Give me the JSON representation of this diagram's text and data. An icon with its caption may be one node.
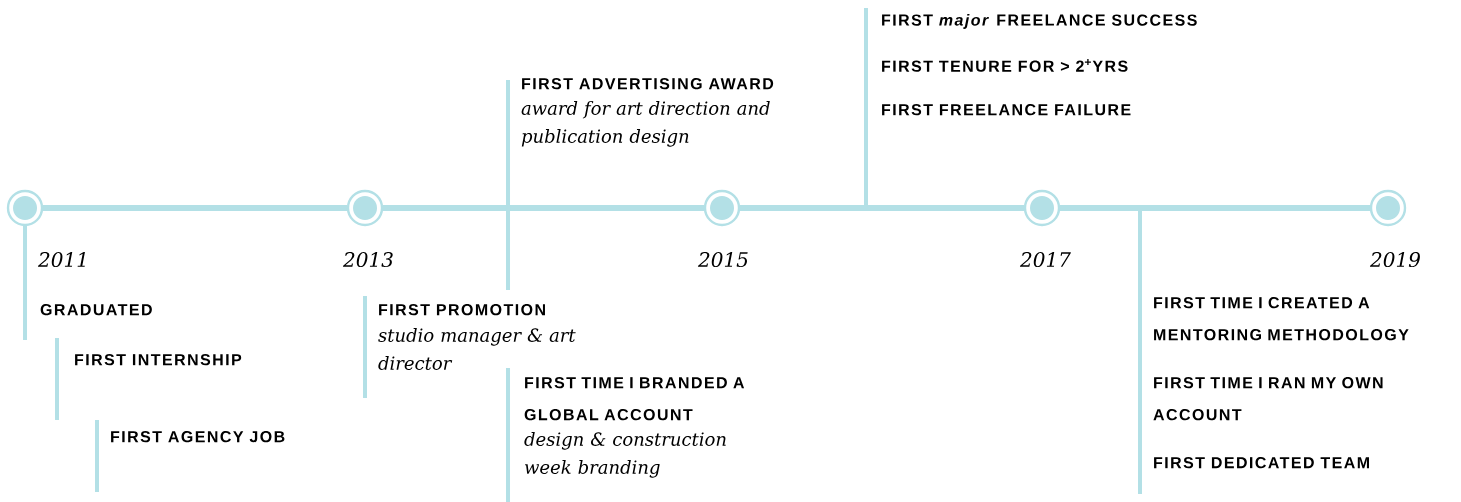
{
  "diagram": {
    "labels": [
      "2011",
      "GRADUATED",
      "FIRST INTERNSHIP",
      "FIRST AGENCY JOB",
      "2013",
      "FIRST PROMOTION",
      "studio manager & art director",
      "FIRST ADVERTISING AWARD",
      "award for art direction and publication design",
      "FIRST TIME I BRANDED A GLOBAL ACCOUNT",
      "design & construction week branding",
      "2015",
      "FIRST *major* FREELANCE SUCCESS",
      "FIRST TENURE FOR > 2$^{+}$YRS",
      "FIRST FREELANCE FAILURE",
      "2017",
      "FIRST TIME I CREATED A MENTORING METHODOLOGY",
      "FIRST TIME I RAN MY OWN ACCOUNT",
      "FIRST DEDICATED TEAM",
      "2019"
    ]
  }
}
